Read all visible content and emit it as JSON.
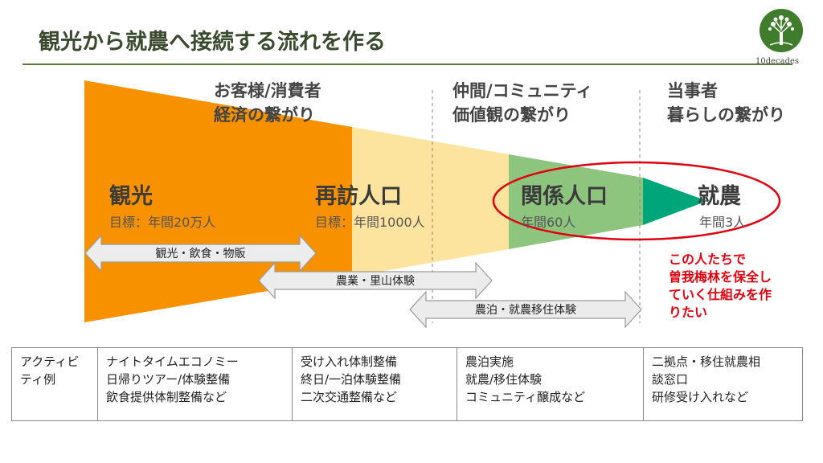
{
  "title": "観光から就農へ接続する流れを作る",
  "logo": {
    "text": "10decades",
    "icon": "tree-logo-icon",
    "color": "#3f7d2c"
  },
  "headers": [
    {
      "lines": [
        "お客様/消費者",
        "経済の繋がり"
      ]
    },
    {
      "lines": [
        "仲間/コミュニティ",
        "価値観の繋がり"
      ]
    },
    {
      "lines": [
        "当事者",
        "暮らしの繋がり"
      ]
    }
  ],
  "stages": [
    {
      "name": "観光",
      "target": "目標：年間20万人",
      "color": "#f79100"
    },
    {
      "name": "再訪人口",
      "target": "目標：年間1000人",
      "color": "#fde49e"
    },
    {
      "name": "関係人口",
      "target": "年間60人",
      "color": "#8dc47e"
    },
    {
      "name": "就農",
      "target": "年間3人",
      "color": "#00a57a"
    }
  ],
  "arrows": [
    {
      "label": "観光・飲食・物販"
    },
    {
      "label": "農業・里山体験"
    },
    {
      "label": "農泊・就農移住体験"
    }
  ],
  "callout": {
    "lines": [
      "この人たちで",
      "曽我梅林を保全し",
      "ていく仕組みを作",
      "りたい"
    ],
    "color": "#e0000f"
  },
  "activities": {
    "label_lines": [
      "アクティビ",
      "ティ例"
    ],
    "columns": [
      [
        "ナイトタイムエコノミー",
        "日帰りツアー/体験整備",
        "飲食提供体制整備など"
      ],
      [
        "受け入れ体制整備",
        "終日/一泊体験整備",
        "二次交通整備など"
      ],
      [
        "農泊実施",
        "就農/移住体験",
        "コミュニティ醸成など"
      ],
      [
        "二拠点・移住就農相",
        "談窓口",
        "研修受け入れなど"
      ]
    ]
  }
}
